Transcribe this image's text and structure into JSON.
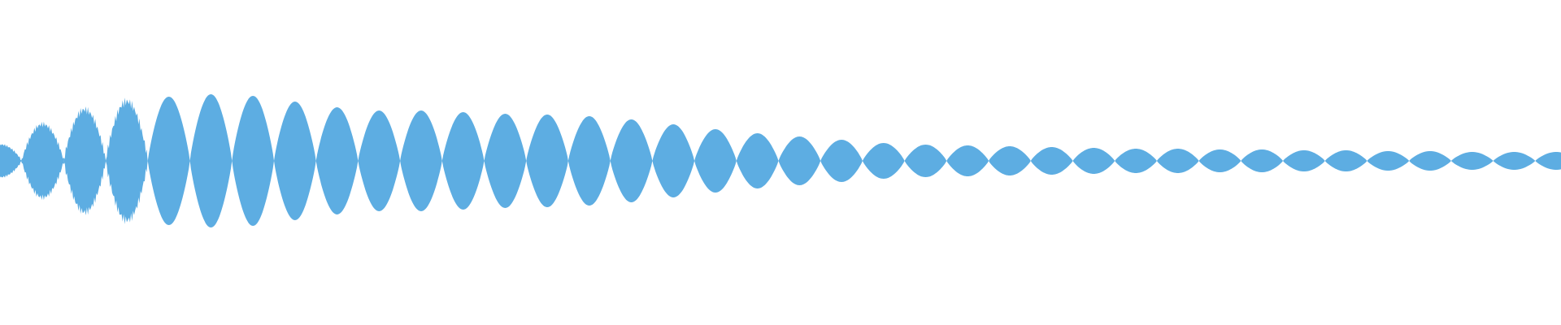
{
  "waveform": {
    "fill_color": "#5DADE2",
    "background_color": "#FFFFFF",
    "lobe_count": 38,
    "envelope": [
      0.2,
      0.45,
      0.63,
      0.73,
      0.79,
      0.82,
      0.8,
      0.73,
      0.66,
      0.62,
      0.62,
      0.6,
      0.58,
      0.57,
      0.55,
      0.51,
      0.45,
      0.39,
      0.34,
      0.3,
      0.26,
      0.22,
      0.2,
      0.19,
      0.18,
      0.17,
      0.16,
      0.15,
      0.15,
      0.14,
      0.14,
      0.13,
      0.13,
      0.12,
      0.12,
      0.11,
      0.11,
      0.11
    ],
    "noisy_lobes": 4
  }
}
